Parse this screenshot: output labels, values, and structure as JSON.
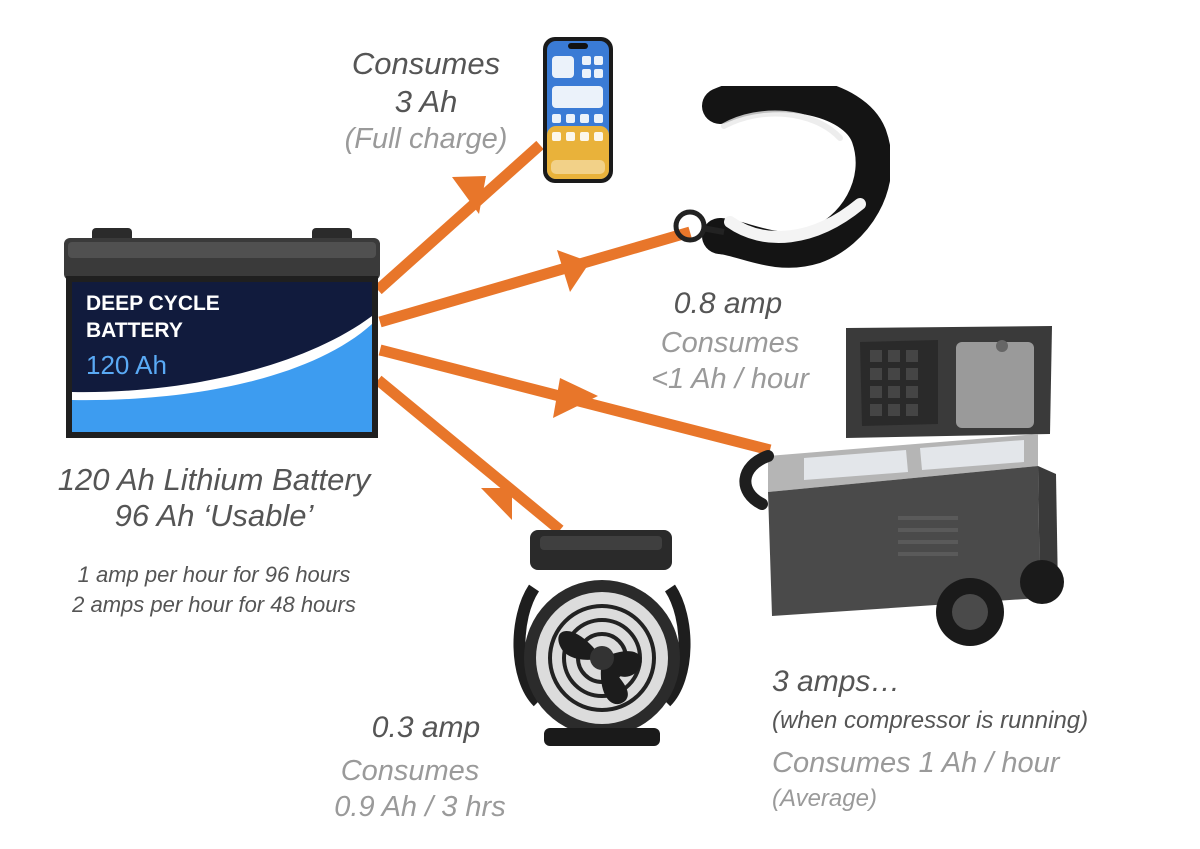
{
  "colors": {
    "arrow": "#E8762A",
    "battery_navy": "#111b3d",
    "battery_blue": "#3d9cf0",
    "text_dark": "#555555",
    "text_light": "#9a9a9a"
  },
  "battery": {
    "brand_line1": "DEEP CYCLE",
    "brand_line2": "BATTERY",
    "capacity": "120 Ah",
    "caption_line1": "120 Ah Lithium Battery",
    "caption_line2": "96 Ah ‘Usable’",
    "runtime_line1": "1 amp per hour for 96 hours",
    "runtime_line2": "2 amps per hour for 48 hours"
  },
  "phone": {
    "icon": "smartphone-icon",
    "line1": "Consumes",
    "line2": "3 Ah",
    "line3": "(Full charge)"
  },
  "light": {
    "icon": "led-light-strip-icon",
    "amps": "0.8 amp",
    "line1": "Consumes",
    "line2": "<1 Ah / hour"
  },
  "fridge": {
    "icon": "portable-fridge-icon",
    "amps": "3 amps…",
    "note": "(when compressor is running)",
    "line1": "Consumes 1 Ah / hour",
    "line2": "(Average)"
  },
  "fan": {
    "icon": "fan-icon",
    "amps": "0.3 amp",
    "line1": "Consumes",
    "line2": "0.9 Ah / 3 hrs"
  }
}
